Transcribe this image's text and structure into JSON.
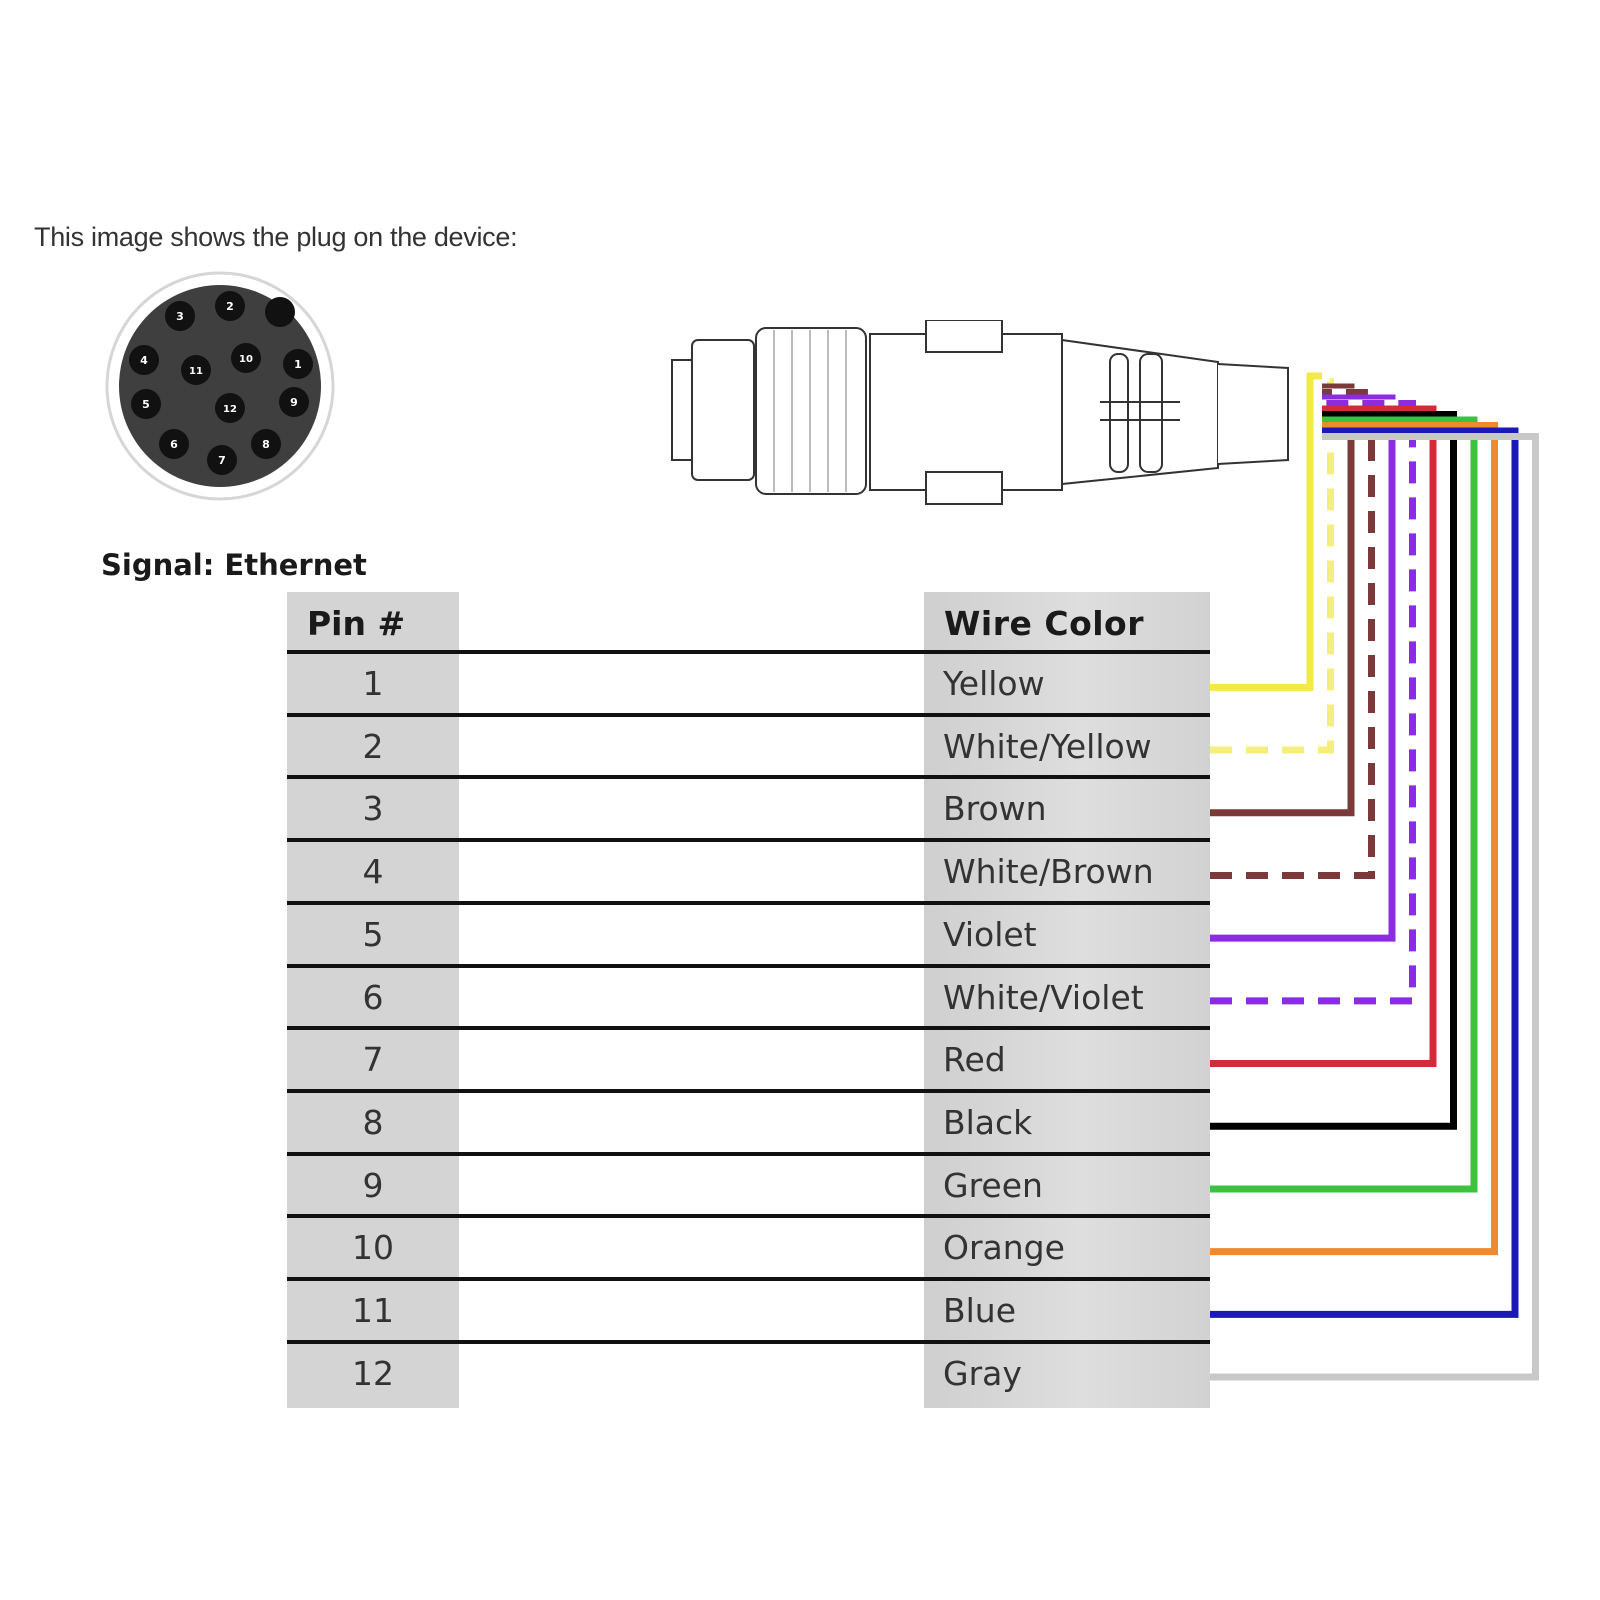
{
  "caption": "This image shows the plug on the device:",
  "signal_label": "Signal: Ethernet",
  "plug_pins": [
    "1",
    "2",
    "3",
    "4",
    "5",
    "6",
    "7",
    "8",
    "9",
    "10",
    "11",
    "12"
  ],
  "table": {
    "headers": {
      "pin": "Pin #",
      "color": "Wire Color"
    },
    "rows": [
      {
        "pin": "1",
        "color": "Yellow",
        "hex": "#f2ea45",
        "dashed": false
      },
      {
        "pin": "2",
        "color": "White/Yellow",
        "hex": "#f4ee7a",
        "dashed": true
      },
      {
        "pin": "3",
        "color": "Brown",
        "hex": "#7a3a3a",
        "dashed": false
      },
      {
        "pin": "4",
        "color": "White/Brown",
        "hex": "#7a3a3a",
        "dashed": true
      },
      {
        "pin": "5",
        "color": "Violet",
        "hex": "#8b2be2",
        "dashed": false
      },
      {
        "pin": "6",
        "color": "White/Violet",
        "hex": "#8b2be2",
        "dashed": true
      },
      {
        "pin": "7",
        "color": "Red",
        "hex": "#d42a3a",
        "dashed": false
      },
      {
        "pin": "8",
        "color": "Black",
        "hex": "#000000",
        "dashed": false
      },
      {
        "pin": "9",
        "color": "Green",
        "hex": "#3cc23c",
        "dashed": false
      },
      {
        "pin": "10",
        "color": "Orange",
        "hex": "#ef8a2e",
        "dashed": false
      },
      {
        "pin": "11",
        "color": "Blue",
        "hex": "#1a1ab8",
        "dashed": false
      },
      {
        "pin": "12",
        "color": "Gray",
        "hex": "#c8c8c8",
        "dashed": false
      }
    ]
  }
}
